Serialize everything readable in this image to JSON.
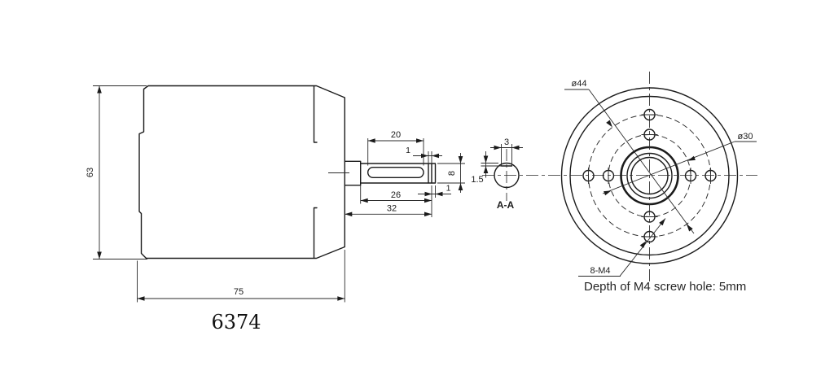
{
  "drawing": {
    "model_label": "6374",
    "section_label": "A-A",
    "note_screw_group": "8-M4",
    "note_depth": "Depth of M4 screw hole: 5mm",
    "colors": {
      "line": "#1b1b1b",
      "background": "#ffffff"
    },
    "dimensions": {
      "body_height": "63",
      "body_length": "75",
      "keyway_length": "20",
      "groove_width": "1",
      "shaft_diameter": "8",
      "shaft_exposed_length": "26",
      "shaft_total_length": "32",
      "tip_length": "1",
      "flat_width": "3",
      "flat_depth": "1.5",
      "outer_bolt_circle": "ø44",
      "inner_bolt_circle": "ø30"
    }
  }
}
